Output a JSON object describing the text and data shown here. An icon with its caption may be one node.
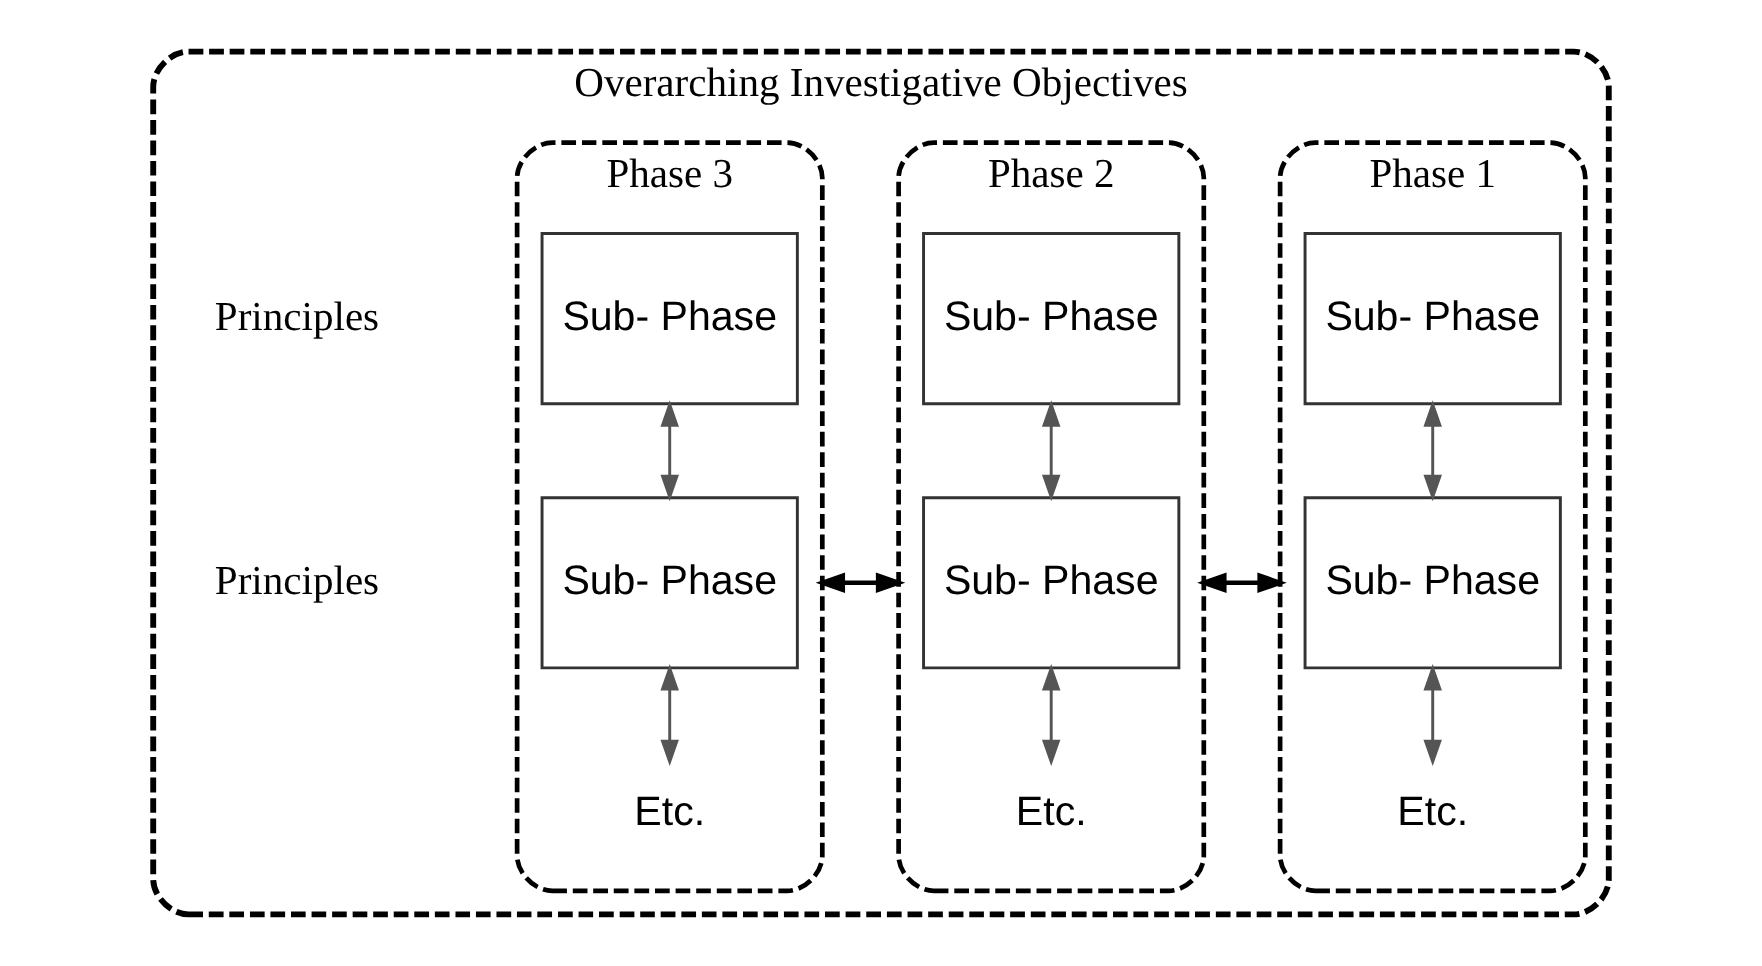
{
  "diagram": {
    "nodes": [
      {
        "text": [
          "Overarching Investigative Objectives"
        ]
      },
      {
        "text": [
          "Phase 1"
        ],
        "in": 0
      },
      {
        "text": [
          "Sub- Phase"
        ],
        "in": 1
      },
      {
        "text": [
          "Sub- Phase"
        ],
        "in": 1
      },
      {
        "text": [
          "Etc."
        ],
        "in": 1
      },
      {
        "text": [
          "Phase 2"
        ],
        "in": 0
      },
      {
        "text": [
          "Sub- Phase"
        ],
        "in": 5
      },
      {
        "text": [
          "Sub- Phase"
        ],
        "in": 5
      },
      {
        "text": [
          "Etc."
        ],
        "in": 5
      },
      {
        "text": [
          "Phase 3"
        ],
        "in": 0
      },
      {
        "text": [
          "Sub- Phase"
        ],
        "in": 9
      },
      {
        "text": [
          "Sub- Phase"
        ],
        "in": 9
      },
      {
        "text": [
          "Etc."
        ],
        "in": 9
      }
    ],
    "edges": [
      {
        "from": 2,
        "to": 3,
        "arrow": "both"
      },
      {
        "from": 3,
        "to": 4,
        "arrow": "both"
      },
      {
        "from": 6,
        "to": 7,
        "arrow": "both"
      },
      {
        "from": 7,
        "to": 8,
        "arrow": "both"
      },
      {
        "from": 10,
        "to": 11,
        "arrow": "both"
      },
      {
        "from": 11,
        "to": 12,
        "arrow": "both"
      },
      {
        "from": 1,
        "to": 5,
        "arrow": "both"
      },
      {
        "from": 5,
        "to": 9,
        "arrow": "both"
      }
    ],
    "labels": [
      "Principles",
      "Principles"
    ]
  }
}
